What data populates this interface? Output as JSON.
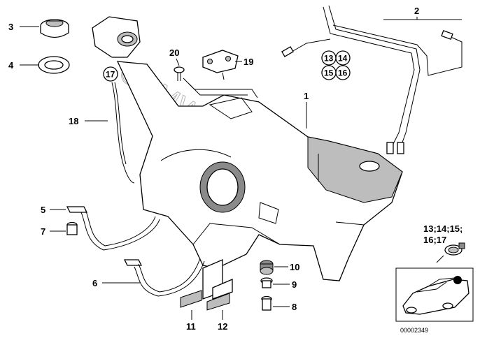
{
  "callouts": {
    "c1": "1",
    "c2": "2",
    "c3": "3",
    "c4": "4",
    "c5": "5",
    "c6": "6",
    "c7": "7",
    "c8": "8",
    "c9": "9",
    "c10": "10",
    "c11": "11",
    "c12": "12",
    "c18": "18",
    "c19": "19",
    "c20": "20"
  },
  "circled": {
    "c13": "13",
    "c14": "14",
    "c15": "15",
    "c16": "16",
    "c17": "17"
  },
  "inset": {
    "label_line1": "13;14;15;",
    "label_line2": "16;17"
  },
  "watermark": "©BMW-store.pl",
  "diagram_id": "00002349"
}
